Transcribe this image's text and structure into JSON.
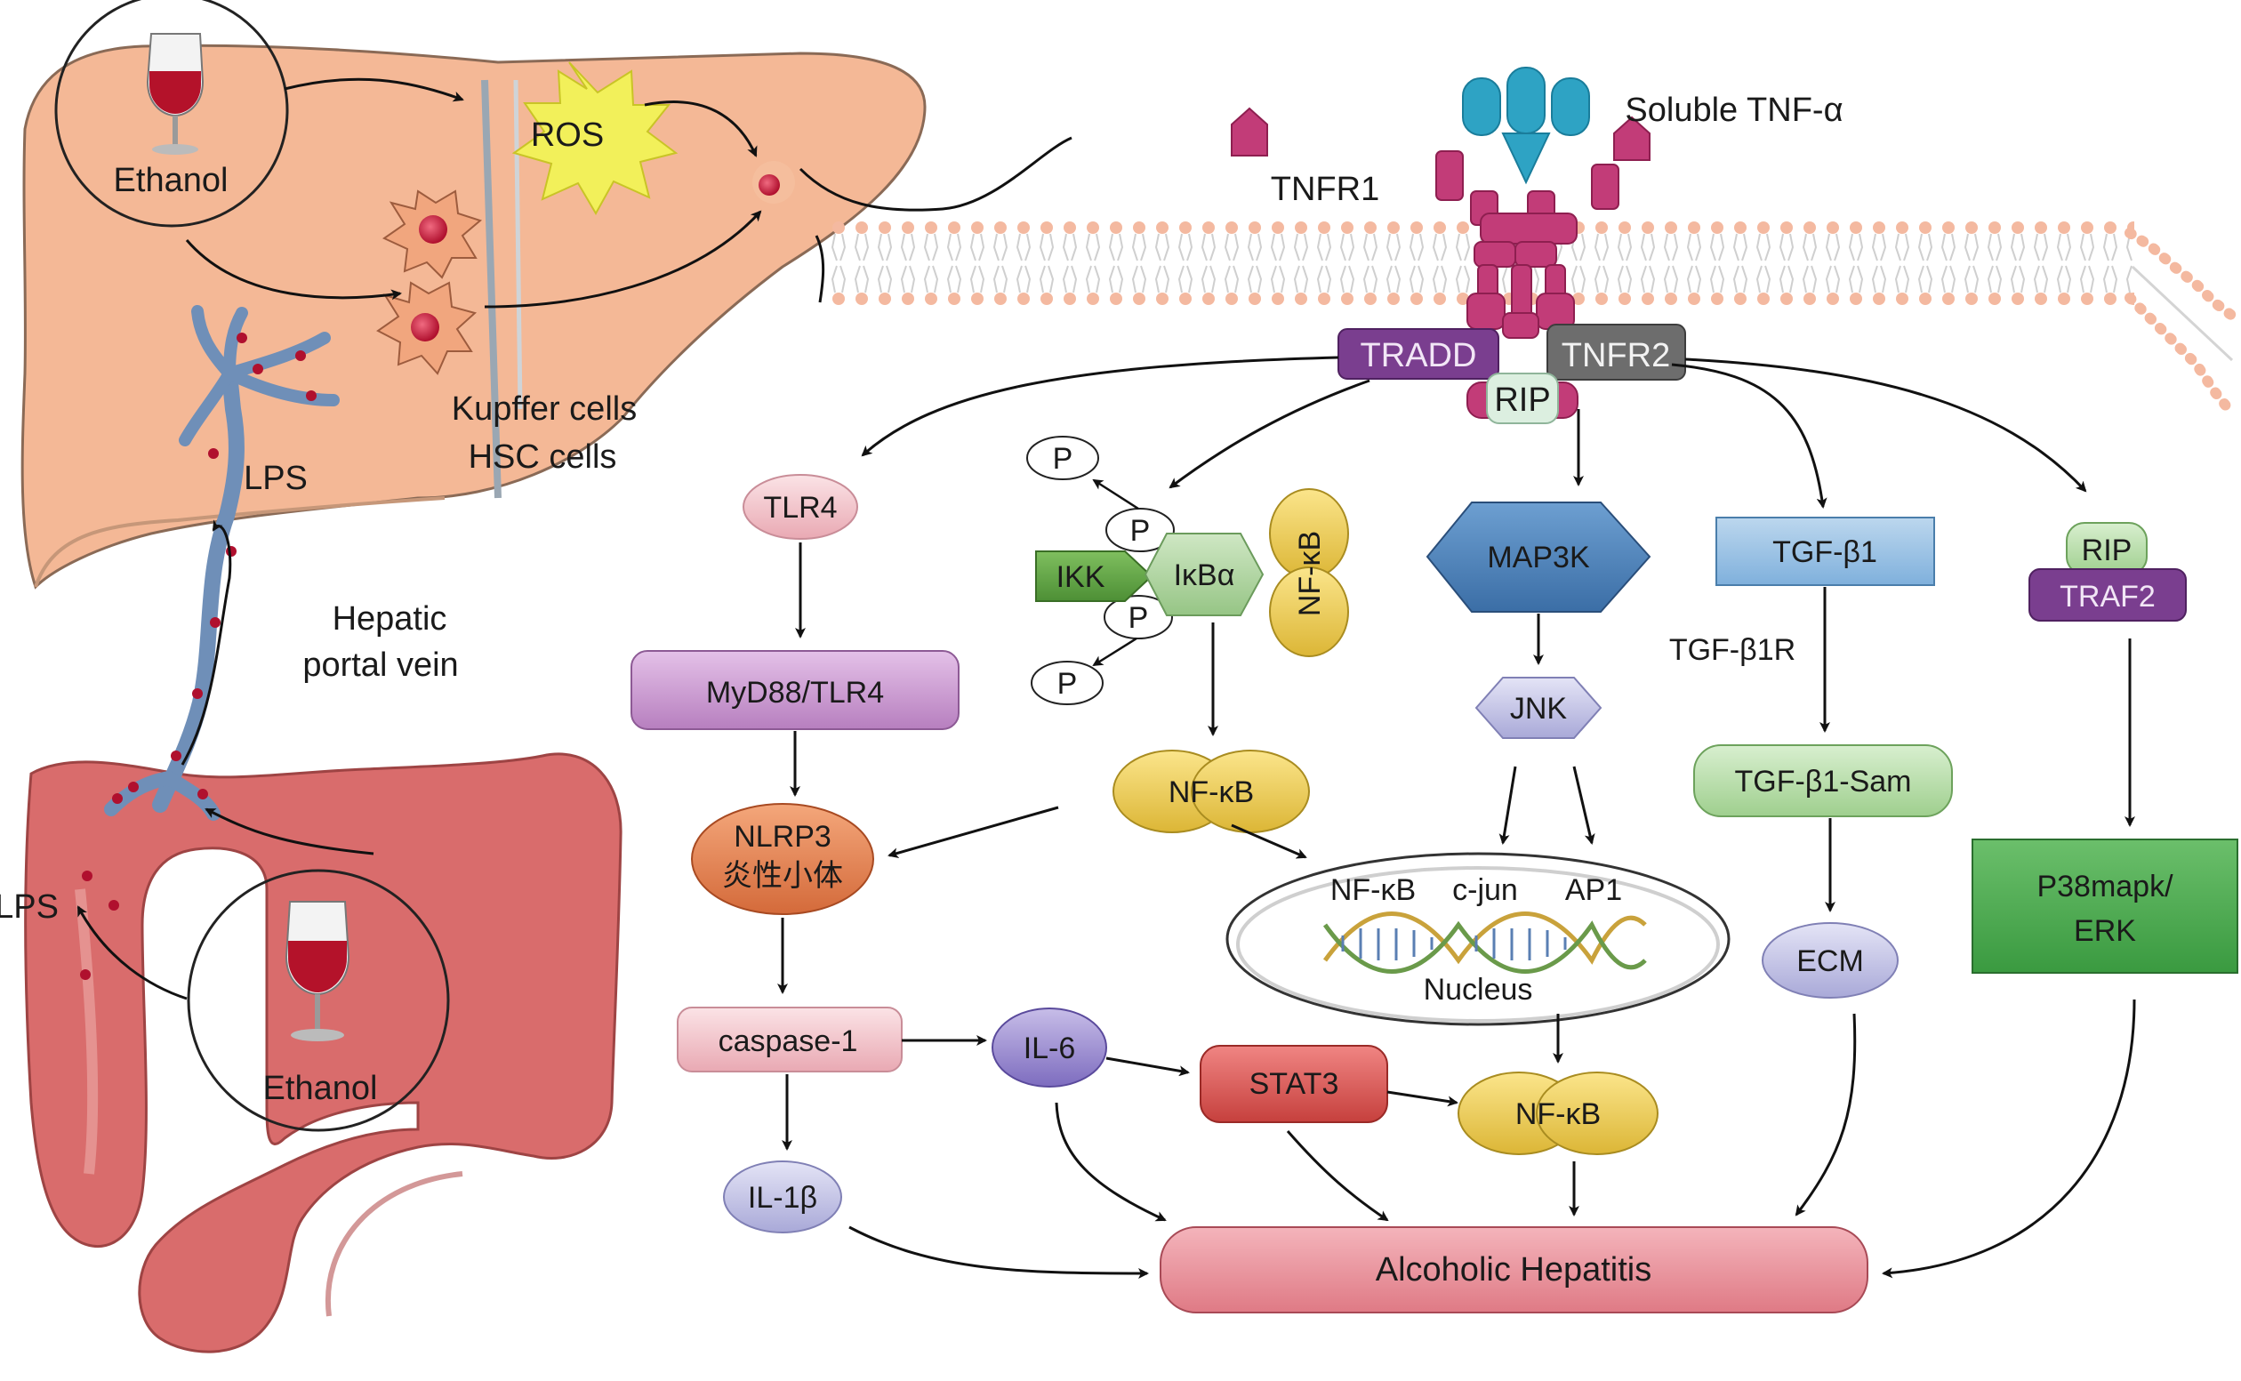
{
  "organs": {
    "ethanol_top": "Ethanol",
    "ethanol_bottom": "Ethanol",
    "ros": "ROS",
    "kupffer": "Kupffer cells",
    "hsc": "HSC cells",
    "lps_upper": "LPS",
    "lps_lower": "LPS",
    "portal_vein_1": "Hepatic",
    "portal_vein_2": "portal vein"
  },
  "receptors": {
    "soluble_tnf": "Soluble TNF-α",
    "tnfr1": "TNFR1",
    "tradd": "TRADD",
    "tnfr2": "TNFR2",
    "rip_center": "RIP"
  },
  "nodes": {
    "tlr4": "TLR4",
    "myd88": "MyD88/TLR4",
    "nlrp3_1": "NLRP3",
    "nlrp3_2": "炎性小体",
    "caspase1": "caspase-1",
    "il1b": "IL-1β",
    "il6": "IL-6",
    "stat3": "STAT3",
    "p1": "P",
    "p2": "P",
    "p3": "P",
    "p4": "P",
    "ikk": "IKK",
    "ikba": "IκBα",
    "nfkb_complex": "NF-κB",
    "nfkb_mid": "NF-κB",
    "map3k": "MAP3K",
    "jnk": "JNK",
    "nuc_nfkb": "NF-κB",
    "nuc_cjun": "c-jun",
    "nuc_ap1": "AP1",
    "nucleus": "Nucleus",
    "nfkb_bottom": "NF-κB",
    "tgfb1": "TGF-β1",
    "tgfb1r": "TGF-β1R",
    "tgfb1sam": "TGF-β1-Sam",
    "ecm": "ECM",
    "rip_right": "RIP",
    "traf2": "TRAF2",
    "p38_1": "P38mapk/",
    "p38_2": "ERK",
    "outcome": "Alcoholic Hepatitis"
  },
  "colors": {
    "liver": "#f4b896",
    "intestine": "#d96c6c",
    "vein": "#6f8fb8",
    "receptor": "#c23c78",
    "tnf_alpha": "#2ea3c4",
    "tradd": "#7a3e8f",
    "tnfr2": "#6d6d6d",
    "outcome": "#e98c94"
  }
}
